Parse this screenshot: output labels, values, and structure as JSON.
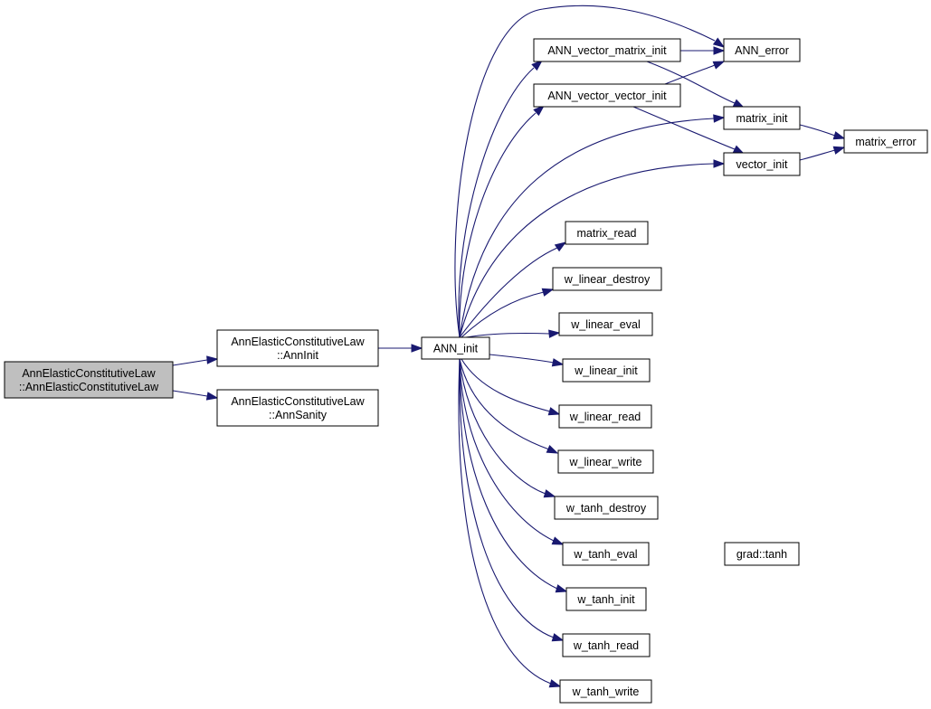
{
  "graph": {
    "title": "",
    "colors": {
      "edge": "#191970",
      "node_fill": "#ffffff",
      "root_fill": "#bfbfbf",
      "node_border": "#000000"
    },
    "nodes": [
      {
        "id": "root",
        "lines": [
          "AnnElasticConstitutiveLaw",
          "::AnnElasticConstitutiveLaw"
        ],
        "highlight": true
      },
      {
        "id": "anninit",
        "lines": [
          "AnnElasticConstitutiveLaw",
          "::AnnInit"
        ]
      },
      {
        "id": "annsanity",
        "lines": [
          "AnnElasticConstitutiveLaw",
          "::AnnSanity"
        ]
      },
      {
        "id": "ann_init",
        "lines": [
          "ANN_init"
        ]
      },
      {
        "id": "vmi",
        "lines": [
          "ANN_vector_matrix_init"
        ]
      },
      {
        "id": "vvi",
        "lines": [
          "ANN_vector_vector_init"
        ]
      },
      {
        "id": "ann_error",
        "lines": [
          "ANN_error"
        ]
      },
      {
        "id": "matrix_init",
        "lines": [
          "matrix_init"
        ]
      },
      {
        "id": "vector_init",
        "lines": [
          "vector_init"
        ]
      },
      {
        "id": "matrix_error",
        "lines": [
          "matrix_error"
        ]
      },
      {
        "id": "matrix_read",
        "lines": [
          "matrix_read"
        ]
      },
      {
        "id": "wld",
        "lines": [
          "w_linear_destroy"
        ]
      },
      {
        "id": "wle",
        "lines": [
          "w_linear_eval"
        ]
      },
      {
        "id": "wli",
        "lines": [
          "w_linear_init"
        ]
      },
      {
        "id": "wlr",
        "lines": [
          "w_linear_read"
        ]
      },
      {
        "id": "wlw",
        "lines": [
          "w_linear_write"
        ]
      },
      {
        "id": "wtd",
        "lines": [
          "w_tanh_destroy"
        ]
      },
      {
        "id": "wte",
        "lines": [
          "w_tanh_eval"
        ]
      },
      {
        "id": "gradtanh",
        "lines": [
          "grad::tanh"
        ]
      },
      {
        "id": "wti",
        "lines": [
          "w_tanh_init"
        ]
      },
      {
        "id": "wtr",
        "lines": [
          "w_tanh_read"
        ]
      },
      {
        "id": "wtw",
        "lines": [
          "w_tanh_write"
        ]
      }
    ],
    "edges": [
      {
        "from": "root",
        "to": "anninit"
      },
      {
        "from": "root",
        "to": "annsanity"
      },
      {
        "from": "anninit",
        "to": "ann_init"
      },
      {
        "from": "ann_init",
        "to": "ann_error"
      },
      {
        "from": "ann_init",
        "to": "vmi"
      },
      {
        "from": "ann_init",
        "to": "vvi"
      },
      {
        "from": "ann_init",
        "to": "matrix_init"
      },
      {
        "from": "ann_init",
        "to": "vector_init"
      },
      {
        "from": "ann_init",
        "to": "matrix_read"
      },
      {
        "from": "ann_init",
        "to": "wld"
      },
      {
        "from": "ann_init",
        "to": "wle"
      },
      {
        "from": "ann_init",
        "to": "wli"
      },
      {
        "from": "ann_init",
        "to": "wlr"
      },
      {
        "from": "ann_init",
        "to": "wlw"
      },
      {
        "from": "ann_init",
        "to": "wtd"
      },
      {
        "from": "ann_init",
        "to": "wte"
      },
      {
        "from": "ann_init",
        "to": "wti"
      },
      {
        "from": "ann_init",
        "to": "wtr"
      },
      {
        "from": "ann_init",
        "to": "wtw"
      },
      {
        "from": "vmi",
        "to": "ann_error"
      },
      {
        "from": "vmi",
        "to": "matrix_init"
      },
      {
        "from": "vvi",
        "to": "ann_error"
      },
      {
        "from": "vvi",
        "to": "vector_init"
      },
      {
        "from": "matrix_init",
        "to": "matrix_error"
      },
      {
        "from": "vector_init",
        "to": "matrix_error"
      },
      {
        "from": "wte",
        "to": "gradtanh"
      }
    ]
  }
}
